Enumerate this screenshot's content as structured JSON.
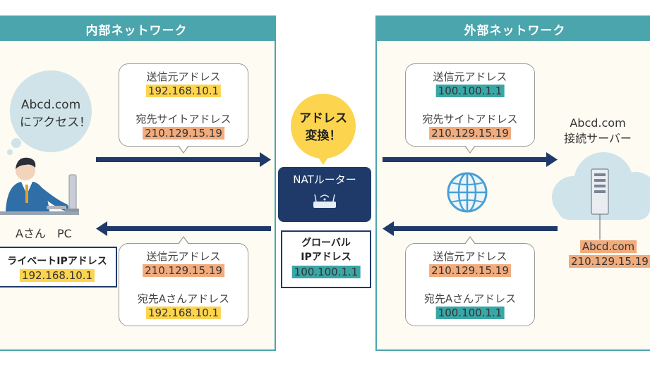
{
  "internal": {
    "header": "内部ネットワーク",
    "thought_line1": "Abcd.com",
    "thought_line2": "にアクセス！",
    "pc_label": "Aさん　PC",
    "private_ip_title": "ライベートIPアドレス",
    "private_ip_value": "192.168.10.1",
    "outbound": {
      "src_label": "送信元アドレス",
      "src_value": "192.168.10.1",
      "dst_label": "宛先サイトアドレス",
      "dst_value": "210.129.15.19"
    },
    "inbound": {
      "src_label": "送信元アドレス",
      "src_value": "210.129.15.19",
      "dst_label": "宛先Aさんアドレス",
      "dst_value": "192.168.10.1"
    }
  },
  "router": {
    "speech_line1": "アドレス",
    "speech_line2": "変換！",
    "label": "NATルーター",
    "global_ip_title_line1": "グローバル",
    "global_ip_title_line2": "IPアドレス",
    "global_ip_value": "100.100.1.1"
  },
  "external": {
    "header": "外部ネットワーク",
    "server_line1": "Abcd.com",
    "server_line2": "接続サーバー",
    "server_name": "Abcd.com",
    "server_ip": "210.129.15.19",
    "outbound": {
      "src_label": "送信元アドレス",
      "src_value": "100.100.1.1",
      "dst_label": "宛先サイトアドレス",
      "dst_value": "210.129.15.19"
    },
    "inbound": {
      "src_label": "送信元アドレス",
      "src_value": "210.129.15.19",
      "dst_label": "宛先Aさんアドレス",
      "dst_value": "100.100.1.1"
    }
  },
  "colors": {
    "panel_border": "#4aa5ad",
    "arrow": "#1f3a68",
    "router": "#1f3a68",
    "speech": "#fcd44e",
    "highlight_yellow": "#fcd44e",
    "highlight_orange": "#f1ac7e",
    "highlight_teal": "#3aa6a6"
  }
}
